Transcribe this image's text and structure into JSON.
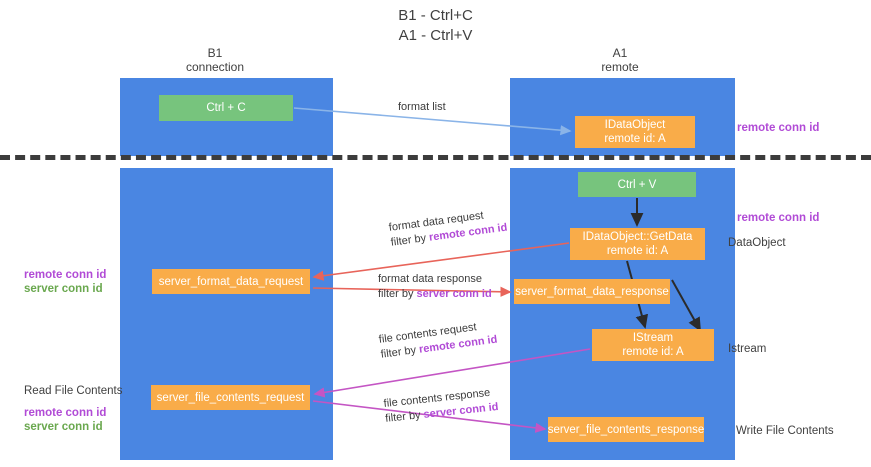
{
  "title": {
    "line1": "B1 - Ctrl+C",
    "line2": "A1 - Ctrl+V"
  },
  "columns": [
    {
      "name": "B1",
      "role": "connection"
    },
    {
      "name": "A1",
      "role": "remote"
    }
  ],
  "nodes": {
    "ctrl_c": {
      "label": "Ctrl + C",
      "color": "#77c47d"
    },
    "idataobject": {
      "line1": "IDataObject",
      "line2": "remote id: A",
      "color": "#f9ac49"
    },
    "ctrl_v": {
      "label": "Ctrl + V",
      "color": "#77c47d"
    },
    "getdata": {
      "line1": "IDataObject::GetData",
      "line2": "remote id: A",
      "color": "#f9ac49"
    },
    "server_format_data_request": {
      "label": "server_format_data_request",
      "color": "#f9ac49"
    },
    "server_format_data_response": {
      "label": "server_format_data_response",
      "color": "#f9ac49"
    },
    "istream": {
      "line1": "IStream",
      "line2": "remote id: A",
      "color": "#f9ac49"
    },
    "server_file_contents_request": {
      "label": "server_file_contents_request",
      "color": "#f9ac49"
    },
    "server_file_contents_response": {
      "label": "server_file_contents_response",
      "color": "#f9ac49"
    }
  },
  "edges": {
    "format_list": {
      "label": "format list",
      "color": "#8ab4e8"
    },
    "format_data_request": {
      "line1": "format data request",
      "prefix": "filter by ",
      "key": "remote conn id",
      "color": "#e8645a"
    },
    "format_data_response": {
      "line1": "format data response",
      "prefix": "filter by ",
      "key": "server conn id",
      "color": "#e8645a"
    },
    "file_contents_request": {
      "line1": "file contents request",
      "prefix": "filter by ",
      "key": "remote conn id",
      "color": "#c455c4"
    },
    "file_contents_response": {
      "line1": "file contents response",
      "prefix": "filter by ",
      "key": "server conn id",
      "color": "#c455c4"
    }
  },
  "side_labels": {
    "remote_conn_id_top": "remote conn id",
    "remote_conn_id_mid": "remote conn id",
    "dataobject": "DataObject",
    "istream": "Istream",
    "write_file_contents": "Write File Contents",
    "read_file_contents": "Read File Contents",
    "remote_conn_id": "remote conn id",
    "server_conn_id": "server conn id"
  },
  "colors": {
    "lane": "#4a86e2",
    "green_node": "#77c47d",
    "orange_node": "#f9ac49",
    "purple_text": "#b14bd6",
    "green_text": "#6aa84f",
    "red_arrow": "#e8645a",
    "magenta_arrow": "#c455c4",
    "blue_arrow": "#8ab4e8",
    "divider": "#3c3c3c"
  }
}
